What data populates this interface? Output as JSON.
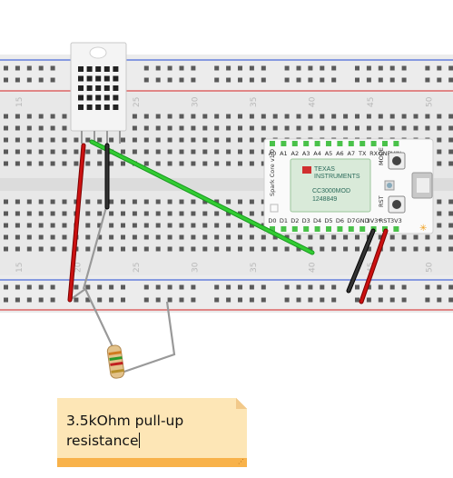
{
  "breadboard": {
    "column_numbers": [
      "15",
      "20",
      "25",
      "30",
      "35",
      "40",
      "45",
      "50"
    ]
  },
  "sensor": {
    "name": "DHT temperature/humidity sensor"
  },
  "board": {
    "name": "Spark Core v1.0",
    "version_label": "Spark Core v1.0",
    "top_pins": [
      "A0",
      "A1",
      "A2",
      "A3",
      "A4",
      "A5",
      "A6",
      "A7",
      "TX",
      "RX",
      "GND",
      "VIN"
    ],
    "bottom_pins": [
      "D0",
      "D1",
      "D2",
      "D3",
      "D4",
      "D5",
      "D6",
      "D7",
      "GND",
      "3V3*",
      "RST",
      "3V3"
    ],
    "chip_lines": [
      "TEXAS",
      "INSTRUMENTS",
      "CC3000MOD",
      "1248849"
    ],
    "mode_label": "MODE",
    "rst_label": "RST"
  },
  "note": {
    "text": "3.5kOhm pull-up\nresistance"
  },
  "colors": {
    "rail_red": "#d84a4a",
    "rail_blue": "#4a6ad8",
    "wire_red": "#cc1111",
    "wire_black": "#222222",
    "wire_green": "#22bb22",
    "wire_grey": "#888888",
    "note_bg": "#fde6b6",
    "note_bar": "#f8b24a"
  }
}
